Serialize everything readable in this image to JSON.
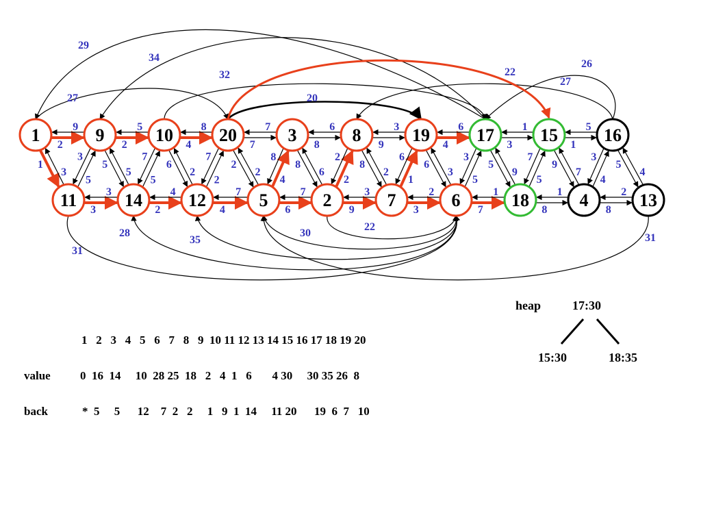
{
  "colors": {
    "visited": "#e8401b",
    "frontier": "#33bb33",
    "unvisited": "#000000",
    "weight": "#3333bb",
    "tree_edge": "#e8401b",
    "edge": "#000000"
  },
  "nodes": [
    {
      "id": "1",
      "state": "visited"
    },
    {
      "id": "9",
      "state": "visited"
    },
    {
      "id": "10",
      "state": "visited"
    },
    {
      "id": "20",
      "state": "visited"
    },
    {
      "id": "3",
      "state": "visited"
    },
    {
      "id": "8",
      "state": "visited"
    },
    {
      "id": "19",
      "state": "visited"
    },
    {
      "id": "17",
      "state": "frontier"
    },
    {
      "id": "15",
      "state": "frontier"
    },
    {
      "id": "16",
      "state": "unvisited"
    },
    {
      "id": "11",
      "state": "visited"
    },
    {
      "id": "14",
      "state": "visited"
    },
    {
      "id": "12",
      "state": "visited"
    },
    {
      "id": "5",
      "state": "visited"
    },
    {
      "id": "2",
      "state": "visited"
    },
    {
      "id": "7",
      "state": "visited"
    },
    {
      "id": "6",
      "state": "visited"
    },
    {
      "id": "18",
      "state": "frontier"
    },
    {
      "id": "4",
      "state": "unvisited"
    },
    {
      "id": "13",
      "state": "unvisited"
    }
  ],
  "edges": [
    {
      "from": "1",
      "to": "9",
      "w": "2",
      "tree": true
    },
    {
      "from": "9",
      "to": "1",
      "w": "9"
    },
    {
      "from": "9",
      "to": "10",
      "w": "2",
      "tree": true
    },
    {
      "from": "10",
      "to": "9",
      "w": "5"
    },
    {
      "from": "10",
      "to": "20",
      "w": "4",
      "tree": true
    },
    {
      "from": "20",
      "to": "10",
      "w": "8"
    },
    {
      "from": "20",
      "to": "3",
      "w": "7"
    },
    {
      "from": "3",
      "to": "20",
      "w": "7"
    },
    {
      "from": "3",
      "to": "8",
      "w": "8"
    },
    {
      "from": "8",
      "to": "3",
      "w": "6"
    },
    {
      "from": "8",
      "to": "19",
      "w": "9"
    },
    {
      "from": "19",
      "to": "8",
      "w": "3"
    },
    {
      "from": "19",
      "to": "17",
      "w": "4",
      "tree": true
    },
    {
      "from": "17",
      "to": "19",
      "w": "6"
    },
    {
      "from": "17",
      "to": "15",
      "w": "3"
    },
    {
      "from": "15",
      "to": "17",
      "w": "1"
    },
    {
      "from": "16",
      "to": "15",
      "w": "5"
    },
    {
      "from": "15",
      "to": "16",
      "w": "1"
    },
    {
      "from": "11",
      "to": "14",
      "w": "3",
      "tree": true
    },
    {
      "from": "14",
      "to": "11",
      "w": "3"
    },
    {
      "from": "14",
      "to": "12",
      "w": "2",
      "tree": true
    },
    {
      "from": "12",
      "to": "14",
      "w": "4"
    },
    {
      "from": "12",
      "to": "5",
      "w": "4",
      "tree": true
    },
    {
      "from": "5",
      "to": "12",
      "w": "7"
    },
    {
      "from": "5",
      "to": "2",
      "w": "6",
      "tree": true
    },
    {
      "from": "2",
      "to": "5",
      "w": "7"
    },
    {
      "from": "2",
      "to": "7",
      "w": "9",
      "tree": true
    },
    {
      "from": "7",
      "to": "2",
      "w": "3"
    },
    {
      "from": "7",
      "to": "6",
      "w": "3",
      "tree": true
    },
    {
      "from": "6",
      "to": "7",
      "w": "2"
    },
    {
      "from": "6",
      "to": "18",
      "w": "7",
      "tree": true
    },
    {
      "from": "18",
      "to": "6",
      "w": "1"
    },
    {
      "from": "18",
      "to": "4",
      "w": "8"
    },
    {
      "from": "4",
      "to": "18",
      "w": "1"
    },
    {
      "from": "4",
      "to": "13",
      "w": "8"
    },
    {
      "from": "13",
      "to": "4",
      "w": "2"
    },
    {
      "from": "1",
      "to": "11",
      "w": "1",
      "tree": true
    },
    {
      "from": "11",
      "to": "1",
      "w": "3"
    },
    {
      "from": "9",
      "to": "11",
      "w": "3"
    },
    {
      "from": "11",
      "to": "9",
      "w": "5"
    },
    {
      "from": "9",
      "to": "14",
      "w": "5"
    },
    {
      "from": "14",
      "to": "9",
      "w": "5"
    },
    {
      "from": "10",
      "to": "14",
      "w": "7"
    },
    {
      "from": "14",
      "to": "10",
      "w": "5"
    },
    {
      "from": "10",
      "to": "12",
      "w": "6"
    },
    {
      "from": "12",
      "to": "10",
      "w": "2"
    },
    {
      "from": "20",
      "to": "12",
      "w": "7"
    },
    {
      "from": "12",
      "to": "20",
      "w": "2"
    },
    {
      "from": "20",
      "to": "5",
      "w": "2"
    },
    {
      "from": "5",
      "to": "20",
      "w": "2"
    },
    {
      "from": "5",
      "to": "3",
      "w": "4",
      "tree": true
    },
    {
      "from": "3",
      "to": "5",
      "w": "8"
    },
    {
      "from": "3",
      "to": "2",
      "w": "8"
    },
    {
      "from": "2",
      "to": "3",
      "w": "6"
    },
    {
      "from": "2",
      "to": "8",
      "w": "2",
      "tree": true
    },
    {
      "from": "8",
      "to": "2",
      "w": "2"
    },
    {
      "from": "8",
      "to": "7",
      "w": "8"
    },
    {
      "from": "7",
      "to": "8",
      "w": "2"
    },
    {
      "from": "7",
      "to": "19",
      "w": "1",
      "tree": true
    },
    {
      "from": "19",
      "to": "7",
      "w": "6"
    },
    {
      "from": "19",
      "to": "6",
      "w": "6"
    },
    {
      "from": "6",
      "to": "19",
      "w": "3"
    },
    {
      "from": "17",
      "to": "6",
      "w": "3"
    },
    {
      "from": "6",
      "to": "17",
      "w": "5"
    },
    {
      "from": "17",
      "to": "18",
      "w": "5"
    },
    {
      "from": "18",
      "to": "17",
      "w": "9"
    },
    {
      "from": "15",
      "to": "18",
      "w": "7"
    },
    {
      "from": "18",
      "to": "15",
      "w": "5"
    },
    {
      "from": "15",
      "to": "4",
      "w": "9"
    },
    {
      "from": "4",
      "to": "15",
      "w": "7"
    },
    {
      "from": "16",
      "to": "4",
      "w": "3"
    },
    {
      "from": "4",
      "to": "16",
      "w": "4"
    },
    {
      "from": "16",
      "to": "13",
      "w": "5"
    },
    {
      "from": "13",
      "to": "16",
      "w": "4"
    },
    {
      "from": "20",
      "to": "15",
      "w": "22",
      "tree": true
    }
  ],
  "long_edges": [
    {
      "from": "17",
      "to": "1",
      "w": "29"
    },
    {
      "from": "17",
      "to": "9",
      "w": "34"
    },
    {
      "from": "1",
      "to": "20",
      "w": "27"
    },
    {
      "from": "10",
      "to": "17",
      "w": "32"
    },
    {
      "from": "20",
      "to": "19",
      "w": "20",
      "bold": true
    },
    {
      "from": "16",
      "to": "8",
      "w": "27"
    },
    {
      "from": "16",
      "to": "17",
      "w": "26"
    },
    {
      "from": "2",
      "to": "6",
      "w": "22"
    },
    {
      "from": "11",
      "to": "6",
      "w": "31"
    },
    {
      "from": "6",
      "to": "14",
      "w": "28"
    },
    {
      "from": "6",
      "to": "12",
      "w": "35"
    },
    {
      "from": "6",
      "to": "5",
      "w": "30"
    },
    {
      "from": "13",
      "to": "5",
      "w": "31"
    }
  ],
  "table": {
    "header": "1   2   3   4   5   6   7   8   9  10 11 12 13 14 15 16 17 18 19 20",
    "value_label": "value",
    "value_row": "0  16  14     10  28 25  18   2   4  1   6       4 30     30 35 26  8",
    "back_label": "back",
    "back_row": "*  5     5      12    7  2   2     1   9  1  14     11 20      19  6  7   10"
  },
  "heap": {
    "label": "heap",
    "root": "17:30",
    "left": "15:30",
    "right": "18:35"
  }
}
